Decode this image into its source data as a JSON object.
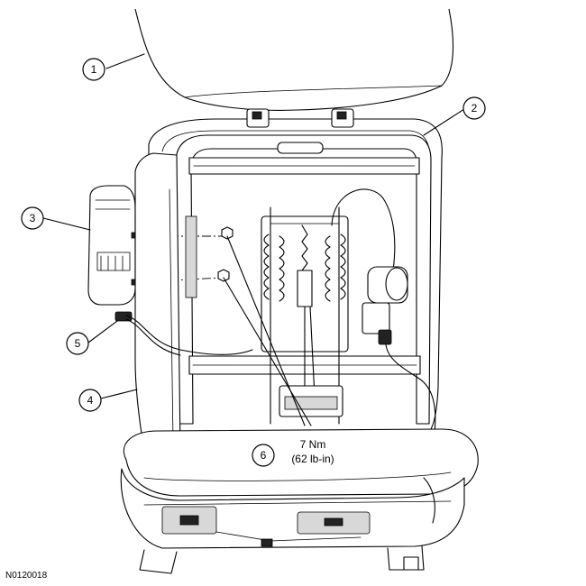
{
  "callouts": [
    {
      "id": "1",
      "label": "1"
    },
    {
      "id": "2",
      "label": "2"
    },
    {
      "id": "3",
      "label": "3"
    },
    {
      "id": "4",
      "label": "4"
    },
    {
      "id": "5",
      "label": "5"
    },
    {
      "id": "6",
      "label": "6"
    }
  ],
  "torque": {
    "metric": "7 Nm",
    "imperial": "(62 lb-in)"
  },
  "figure_number": "N0120018"
}
